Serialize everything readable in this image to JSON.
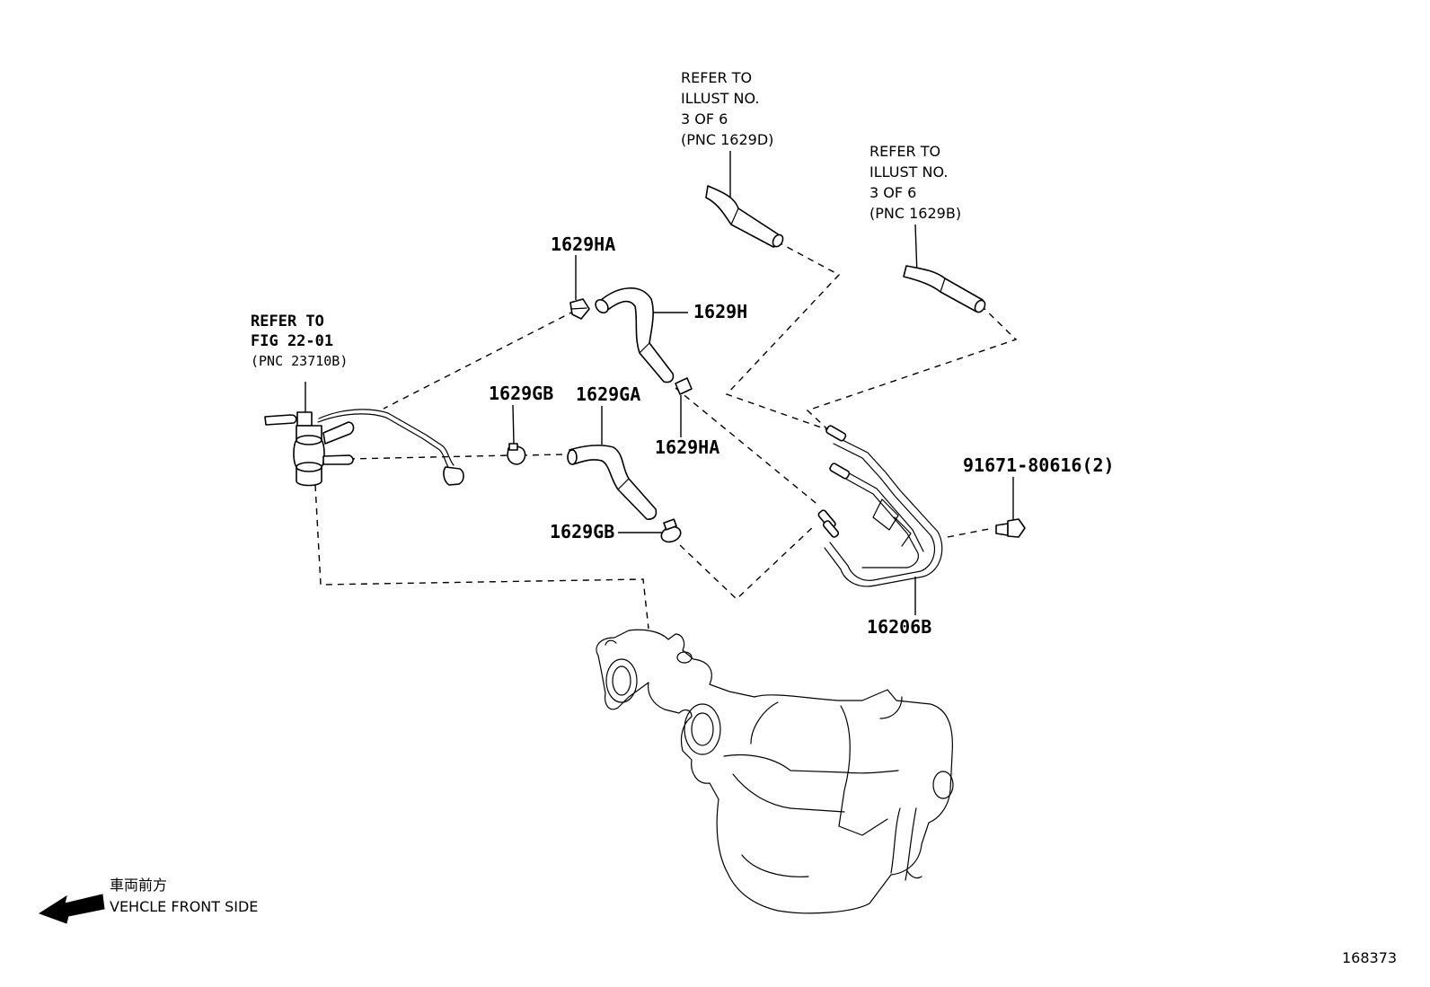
{
  "refs": {
    "top_left": [
      "REFER TO",
      "ILLUST NO.",
      "3 OF 6",
      "(PNC 1629D)"
    ],
    "top_right": [
      "REFER TO",
      "ILLUST NO.",
      "3 OF 6",
      "(PNC 1629B)"
    ],
    "fig": [
      "REFER TO",
      "FIG 22-01",
      "(PNC 23710B)"
    ]
  },
  "labels": {
    "clamp_top": "1629HA",
    "hose_top": "1629H",
    "clamp_mid": "1629HA",
    "clamp_left": "1629GB",
    "hose_mid": "1629GA",
    "clamp_bottom": "1629GB",
    "bolt": "91671-80616(2)",
    "pipe": "16206B"
  },
  "front": {
    "jp": "車両前方",
    "en": "VEHCLE FRONT SIDE"
  },
  "illustration_no": "168373"
}
